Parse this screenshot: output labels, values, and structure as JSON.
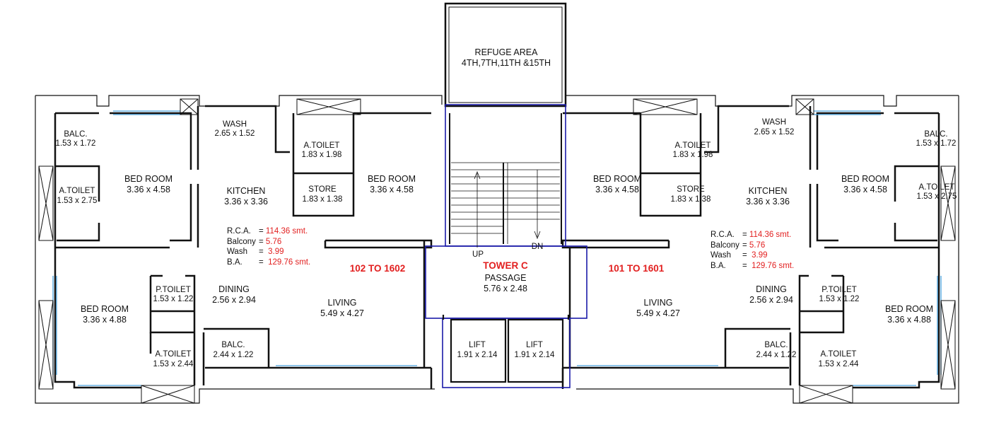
{
  "refuge": {
    "title": "REFUGE AREA",
    "floors": "4TH,7TH,11TH &15TH"
  },
  "tower": {
    "name": "TOWER C",
    "passage_name": "PASSAGE",
    "passage_size": "5.76 x 2.48"
  },
  "stairs": {
    "up": "UP",
    "down": "DN"
  },
  "lifts": [
    {
      "name": "LIFT",
      "size": "1.91 x 2.14"
    },
    {
      "name": "LIFT",
      "size": "1.91 x 2.14"
    }
  ],
  "left_unit": {
    "flat_range": "102 TO 1602",
    "rooms": {
      "balc_top": {
        "name": "BALC.",
        "size": "1.53 x 1.72"
      },
      "atoilet_left": {
        "name": "A.TOILET",
        "size": "1.53 x 2.75"
      },
      "bedroom_top": {
        "name": "BED ROOM",
        "size": "3.36 x 4.58"
      },
      "wash": {
        "name": "WASH",
        "size": "2.65 x 1.52"
      },
      "kitchen": {
        "name": "KITCHEN",
        "size": "3.36 x 3.36"
      },
      "atoilet_mid": {
        "name": "A.TOILET",
        "size": "1.83 x 1.98"
      },
      "store": {
        "name": "STORE",
        "size": "1.83 x 1.38"
      },
      "bedroom_right": {
        "name": "BED ROOM",
        "size": "3.36 x 4.58"
      },
      "bedroom_bottom": {
        "name": "BED ROOM",
        "size": "3.36 x 4.88"
      },
      "ptoilet": {
        "name": "P.TOILET",
        "size": "1.53 x 1.22"
      },
      "atoilet_bottom": {
        "name": "A.TOILET",
        "size": "1.53 x 2.44"
      },
      "dining": {
        "name": "DINING",
        "size": "2.56 x 2.94"
      },
      "balc_bottom": {
        "name": "BALC.",
        "size": "2.44 x 1.22"
      },
      "living": {
        "name": "LIVING",
        "size": "5.49 x 4.27"
      }
    },
    "areas": [
      {
        "label": "R.C.A.",
        "eq": "=",
        "value": "114.36 smt."
      },
      {
        "label": "Balcony",
        "eq": "=",
        "value": "5.76"
      },
      {
        "label": "Wash",
        "eq": "=",
        "value": "3.99"
      },
      {
        "label": "B.A.",
        "eq": "=",
        "value": "129.76 smt."
      }
    ]
  },
  "right_unit": {
    "flat_range": "101 TO 1601",
    "rooms": {
      "bedroom_left": {
        "name": "BED ROOM",
        "size": "3.36 x 4.58"
      },
      "atoilet_mid": {
        "name": "A.TOILET",
        "size": "1.83 x 1.98"
      },
      "store": {
        "name": "STORE",
        "size": "1.83 x 1.38"
      },
      "wash": {
        "name": "WASH",
        "size": "2.65 x 1.52"
      },
      "kitchen": {
        "name": "KITCHEN",
        "size": "3.36 x 3.36"
      },
      "bedroom_top": {
        "name": "BED ROOM",
        "size": "3.36 x 4.58"
      },
      "balc_top": {
        "name": "BALC.",
        "size": "1.53 x 1.72"
      },
      "atoilet_right": {
        "name": "A.TOILET",
        "size": "1.53 x 2.75"
      },
      "living": {
        "name": "LIVING",
        "size": "5.49 x 4.27"
      },
      "dining": {
        "name": "DINING",
        "size": "2.56 x 2.94"
      },
      "ptoilet": {
        "name": "P.TOILET",
        "size": "1.53 x 1.22"
      },
      "bedroom_bottom": {
        "name": "BED ROOM",
        "size": "3.36 x 4.88"
      },
      "balc_bottom": {
        "name": "BALC.",
        "size": "2.44 x 1.22"
      },
      "atoilet_bottom": {
        "name": "A.TOILET",
        "size": "1.53 x 2.44"
      }
    },
    "areas": [
      {
        "label": "R.C.A.",
        "eq": "=",
        "value": "114.36 smt."
      },
      {
        "label": "Balcony",
        "eq": "=",
        "value": "5.76"
      },
      {
        "label": "Wash",
        "eq": "=",
        "value": "3.99"
      },
      {
        "label": "B.A.",
        "eq": "=",
        "value": "129.76 smt."
      }
    ]
  },
  "colors": {
    "wall": "#111111",
    "core": "#1a1aa8",
    "window": "#4aa3df",
    "highlight": "#e21f1f"
  }
}
